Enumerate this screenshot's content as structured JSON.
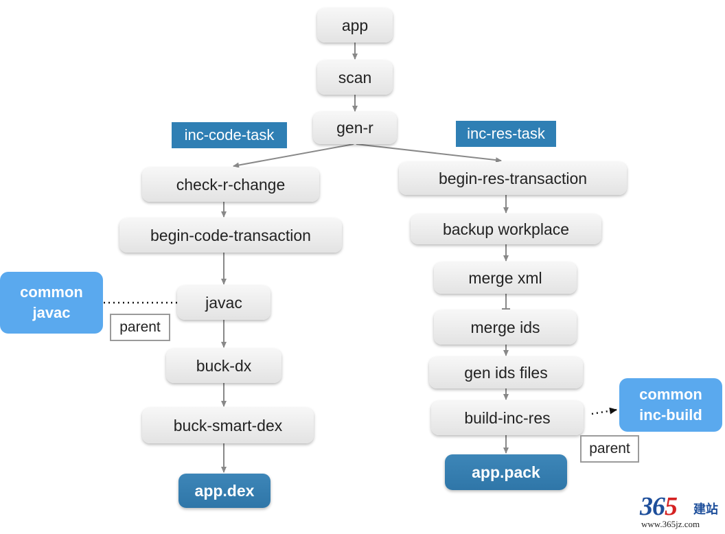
{
  "nodes": {
    "app": "app",
    "scan": "scan",
    "gen_r": "gen-r",
    "check_r_change": "check-r-change",
    "begin_code_transaction": "begin-code-transaction",
    "javac": "javac",
    "buck_dx": "buck-dx",
    "buck_smart_dex": "buck-smart-dex",
    "app_dex": "app.dex",
    "begin_res_transaction": "begin-res-transaction",
    "backup_workplace": "backup workplace",
    "merge_xml": "merge xml",
    "merge_ids": "merge ids",
    "gen_ids_files": "gen ids files",
    "build_inc_res": "build-inc-res",
    "app_pack": "app.pack"
  },
  "tags": {
    "code_task": "inc-code-task",
    "res_task": "inc-res-task"
  },
  "common": {
    "javac": {
      "line1": "common",
      "line2": "javac"
    },
    "inc_build": {
      "line1": "common",
      "line2": "inc-build"
    }
  },
  "parent_label": "parent",
  "logo": {
    "digits_a": "36",
    "digits_b": "5",
    "cn": "建站",
    "url": "www.365jz.com"
  },
  "colors": {
    "node_fill": "#eeeeee",
    "output_fill": "#2f7aad",
    "tag_fill": "#2f7fb4",
    "common_fill": "#5aa9ee",
    "arrow": "#888888"
  }
}
